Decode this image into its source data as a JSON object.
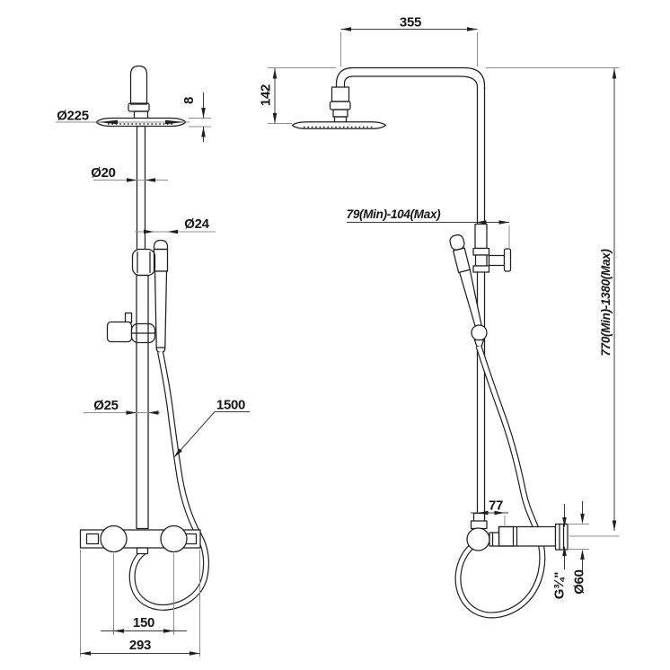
{
  "drawing": {
    "kind": "shower-column-dimension-drawing",
    "views": {
      "front": "front elevation",
      "side": "side elevation"
    },
    "front_view": {
      "dim_head_diameter": "Ø225",
      "dim_head_thickness": "8",
      "dim_upper_pipe_diameter": "Ø20",
      "dim_hand_shower_diameter": "Ø24",
      "dim_riser_pipe_diameter": "Ø25",
      "dim_hose_length": "1500",
      "dim_outlet_spacing": "150",
      "dim_valve_width": "293"
    },
    "side_view": {
      "dim_arm_reach": "355",
      "dim_head_drop": "142",
      "dim_wall_clearance": "79(Min)-104(Max)",
      "dim_column_height": "770(Min)-1380(Max)",
      "dim_valve_depth": "77",
      "dim_connection_thread": "G¾\"",
      "dim_valve_body_diameter": "Ø60"
    },
    "colors": {
      "outline": "#1f1f1f",
      "dimension": "#3a3a3a",
      "extension": "#8f8f8f",
      "background": "#ffffff"
    }
  }
}
